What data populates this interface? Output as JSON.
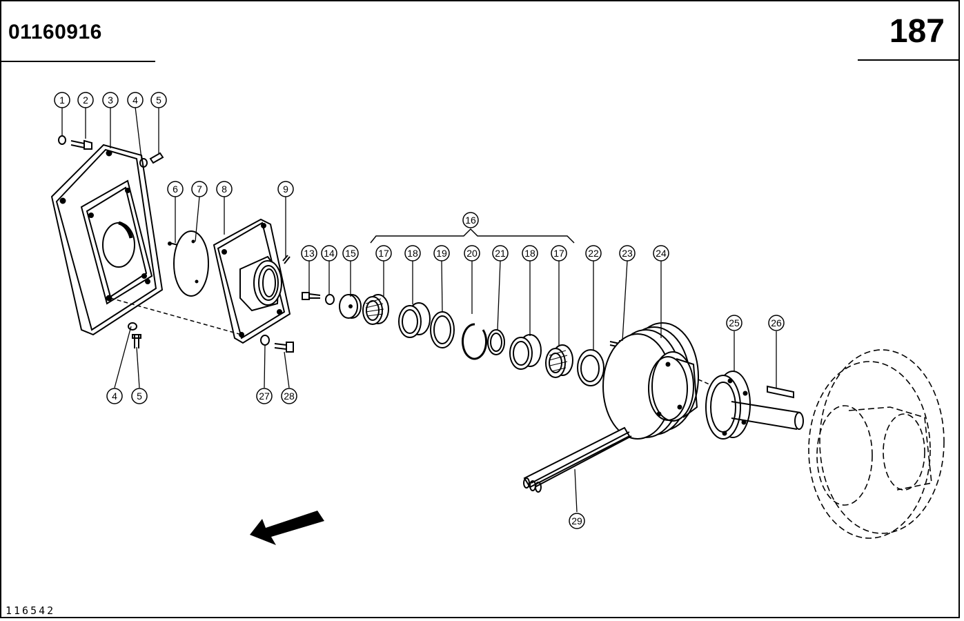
{
  "header": {
    "document_number": "01160916",
    "page_number": "187"
  },
  "footer": {
    "figure_id": "116542"
  },
  "callouts": [
    {
      "label": "1"
    },
    {
      "label": "2"
    },
    {
      "label": "3"
    },
    {
      "label": "4"
    },
    {
      "label": "5"
    },
    {
      "label": "6"
    },
    {
      "label": "7"
    },
    {
      "label": "8"
    },
    {
      "label": "9"
    },
    {
      "label": "13"
    },
    {
      "label": "14"
    },
    {
      "label": "15"
    },
    {
      "label": "16"
    },
    {
      "label": "17"
    },
    {
      "label": "18"
    },
    {
      "label": "19"
    },
    {
      "label": "20"
    },
    {
      "label": "21"
    },
    {
      "label": "18"
    },
    {
      "label": "17"
    },
    {
      "label": "22"
    },
    {
      "label": "23"
    },
    {
      "label": "24"
    },
    {
      "label": "25"
    },
    {
      "label": "26"
    },
    {
      "label": "4"
    },
    {
      "label": "5"
    },
    {
      "label": "27"
    },
    {
      "label": "28"
    },
    {
      "label": "29"
    }
  ],
  "icons": {
    "direction_arrow": "arrow-down-left-icon"
  },
  "colors": {
    "ink": "#000000",
    "paper": "#ffffff"
  }
}
